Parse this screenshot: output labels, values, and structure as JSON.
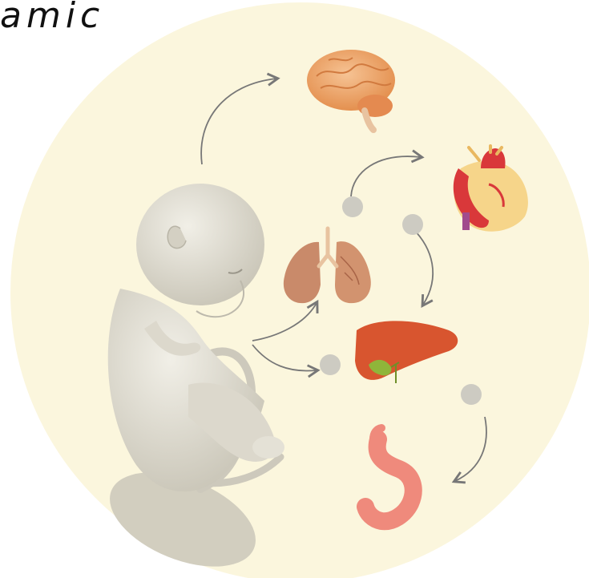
{
  "handwritten_note": "amic",
  "colors": {
    "background_circle": "#fbf6dd",
    "fetus": "#e4e1d6",
    "shadow": "#cfcbbd",
    "arrow": "#777777",
    "dot": "#cdcbc2",
    "lungs": "#c98a6a",
    "liver": "#d8552f",
    "heart": "#d9383a",
    "stomach": "#ef8a7c",
    "brain": "#f0a574"
  },
  "organs": [
    "brain",
    "heart",
    "lungs",
    "liver",
    "stomach"
  ]
}
